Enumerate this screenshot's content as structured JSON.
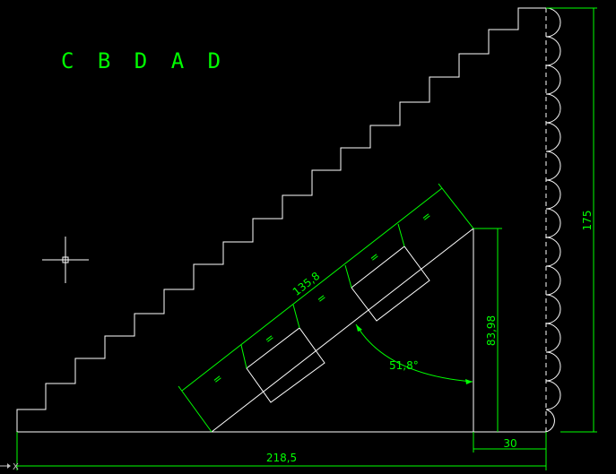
{
  "drawing": {
    "title_code": "C B D A D",
    "dimensions": {
      "total_width": "218,5",
      "height": "175",
      "base_width": "30",
      "vertical_height": "83,98",
      "slope_length": "135,8",
      "angle": "51,8°"
    },
    "equal_marker": "=",
    "status_glyph": "X"
  },
  "colors": {
    "background": "#000000",
    "geometry": "#ffffff",
    "dimension": "#00ff00"
  }
}
